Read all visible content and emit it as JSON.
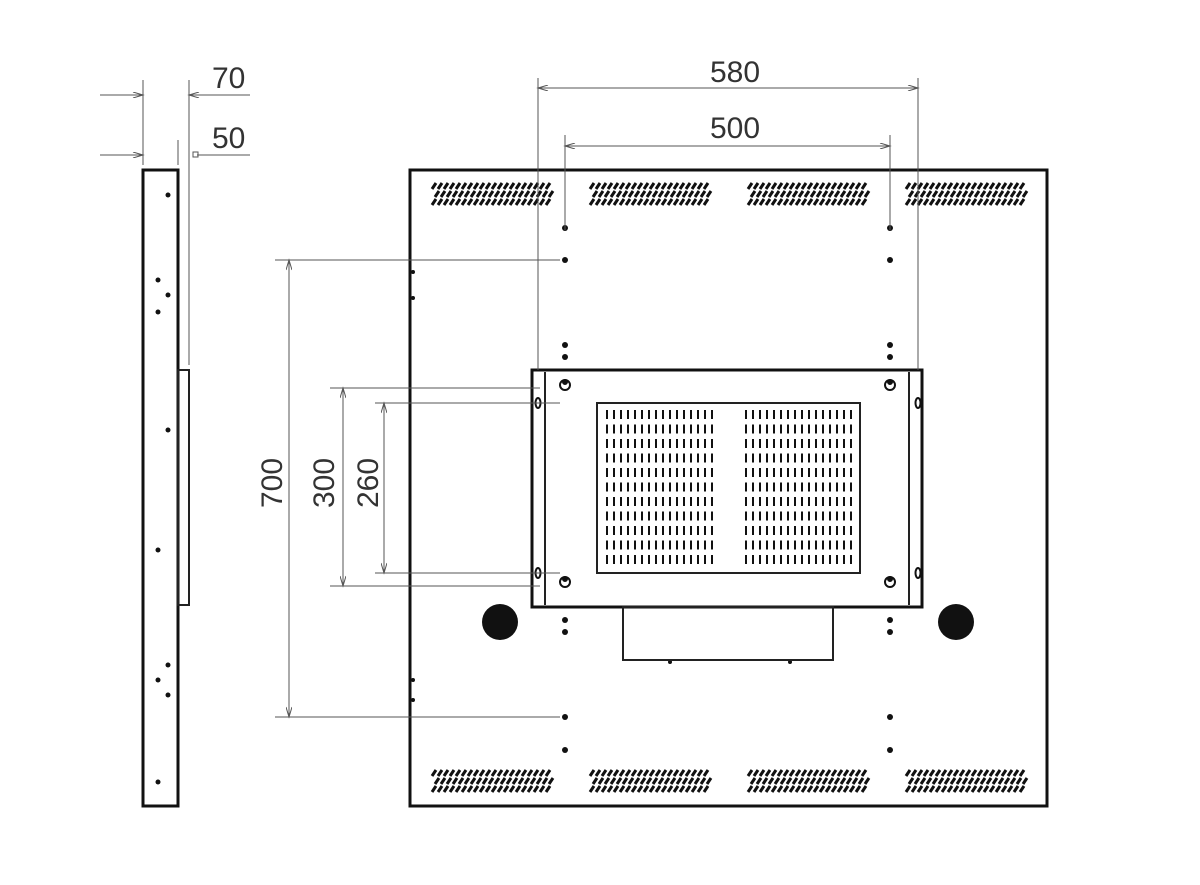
{
  "drawing": {
    "dimensions": {
      "side_depth_total": "70",
      "side_depth_panel": "50",
      "horizontal_outer": "580",
      "horizontal_inner": "500",
      "vertical_outer": "700",
      "vertical_bracket_outer": "300",
      "vertical_bracket_inner": "260"
    },
    "colors": {
      "line": "#111111",
      "dimension": "#555555",
      "text": "#333333"
    }
  }
}
